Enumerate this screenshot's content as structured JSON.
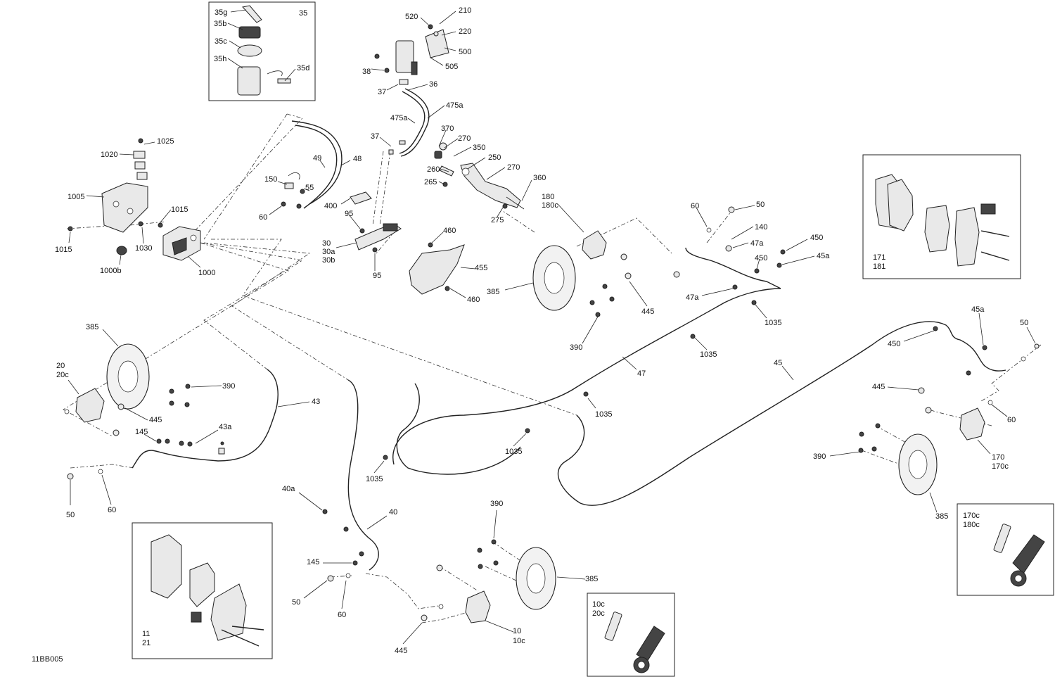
{
  "diagram": {
    "code": "11BB005",
    "labels": [
      {
        "id": "l35g",
        "text": "35g"
      },
      {
        "id": "l35",
        "text": "35"
      },
      {
        "id": "l35b",
        "text": "35b"
      },
      {
        "id": "l35c",
        "text": "35c"
      },
      {
        "id": "l35h",
        "text": "35h"
      },
      {
        "id": "l35d",
        "text": "35d"
      },
      {
        "id": "l520",
        "text": "520"
      },
      {
        "id": "l210",
        "text": "210"
      },
      {
        "id": "l220",
        "text": "220"
      },
      {
        "id": "l500",
        "text": "500"
      },
      {
        "id": "l505",
        "text": "505"
      },
      {
        "id": "l38",
        "text": "38"
      },
      {
        "id": "l37a",
        "text": "37"
      },
      {
        "id": "l36",
        "text": "36"
      },
      {
        "id": "l475a1",
        "text": "475a"
      },
      {
        "id": "l475a2",
        "text": "475a"
      },
      {
        "id": "l37b",
        "text": "37"
      },
      {
        "id": "l370",
        "text": "370"
      },
      {
        "id": "l270a",
        "text": "270"
      },
      {
        "id": "l350",
        "text": "350"
      },
      {
        "id": "l250",
        "text": "250"
      },
      {
        "id": "l260",
        "text": "260"
      },
      {
        "id": "l270b",
        "text": "270"
      },
      {
        "id": "l265",
        "text": "265"
      },
      {
        "id": "l360",
        "text": "360"
      },
      {
        "id": "l275",
        "text": "275"
      },
      {
        "id": "l1025",
        "text": "1025"
      },
      {
        "id": "l1020",
        "text": "1020"
      },
      {
        "id": "l1005",
        "text": "1005"
      },
      {
        "id": "l1015a",
        "text": "1015"
      },
      {
        "id": "l1015b",
        "text": "1015"
      },
      {
        "id": "l1030",
        "text": "1030"
      },
      {
        "id": "l1000b",
        "text": "1000b"
      },
      {
        "id": "l1000",
        "text": "1000"
      },
      {
        "id": "l49",
        "text": "49"
      },
      {
        "id": "l48",
        "text": "48"
      },
      {
        "id": "l150",
        "text": "150"
      },
      {
        "id": "l55",
        "text": "55"
      },
      {
        "id": "l400",
        "text": "400"
      },
      {
        "id": "l60a",
        "text": "60"
      },
      {
        "id": "l95a",
        "text": "95"
      },
      {
        "id": "l30",
        "text": "30"
      },
      {
        "id": "l30a",
        "text": "30a"
      },
      {
        "id": "l30b",
        "text": "30b"
      },
      {
        "id": "l95b",
        "text": "95"
      },
      {
        "id": "l460a",
        "text": "460"
      },
      {
        "id": "l455",
        "text": "455"
      },
      {
        "id": "l460b",
        "text": "460"
      },
      {
        "id": "l180",
        "text": "180"
      },
      {
        "id": "l180c",
        "text": "180c"
      },
      {
        "id": "l385a",
        "text": "385"
      },
      {
        "id": "l445a",
        "text": "445"
      },
      {
        "id": "l390a",
        "text": "390"
      },
      {
        "id": "l60b",
        "text": "60"
      },
      {
        "id": "l50a",
        "text": "50"
      },
      {
        "id": "l140",
        "text": "140"
      },
      {
        "id": "l47a1",
        "text": "47a"
      },
      {
        "id": "l450a",
        "text": "450"
      },
      {
        "id": "l450b",
        "text": "450"
      },
      {
        "id": "l45a1",
        "text": "45a"
      },
      {
        "id": "l47a2",
        "text": "47a"
      },
      {
        "id": "l1035a",
        "text": "1035"
      },
      {
        "id": "l1035b",
        "text": "1035"
      },
      {
        "id": "l47",
        "text": "47"
      },
      {
        "id": "l171",
        "text": "171"
      },
      {
        "id": "l181",
        "text": "181"
      },
      {
        "id": "l45a2",
        "text": "45a"
      },
      {
        "id": "l50b",
        "text": "50"
      },
      {
        "id": "l450c",
        "text": "450"
      },
      {
        "id": "l45",
        "text": "45"
      },
      {
        "id": "l445b",
        "text": "445"
      },
      {
        "id": "l60c",
        "text": "60"
      },
      {
        "id": "l390b",
        "text": "390"
      },
      {
        "id": "l170",
        "text": "170"
      },
      {
        "id": "l170c",
        "text": "170c"
      },
      {
        "id": "l385b",
        "text": "385"
      },
      {
        "id": "l170c2",
        "text": "170c"
      },
      {
        "id": "l180c2",
        "text": "180c"
      },
      {
        "id": "l385c",
        "text": "385"
      },
      {
        "id": "l20",
        "text": "20"
      },
      {
        "id": "l20c",
        "text": "20c"
      },
      {
        "id": "l390c",
        "text": "390"
      },
      {
        "id": "l445c",
        "text": "445"
      },
      {
        "id": "l43",
        "text": "43"
      },
      {
        "id": "l145a",
        "text": "145"
      },
      {
        "id": "l43a",
        "text": "43a"
      },
      {
        "id": "l50c",
        "text": "50"
      },
      {
        "id": "l60d",
        "text": "60"
      },
      {
        "id": "l1035c",
        "text": "1035"
      },
      {
        "id": "l1035d",
        "text": "1035"
      },
      {
        "id": "l1035e",
        "text": "1035"
      },
      {
        "id": "l40a",
        "text": "40a"
      },
      {
        "id": "l40",
        "text": "40"
      },
      {
        "id": "l145b",
        "text": "145"
      },
      {
        "id": "l50d",
        "text": "50"
      },
      {
        "id": "l60e",
        "text": "60"
      },
      {
        "id": "l390d",
        "text": "390"
      },
      {
        "id": "l385d",
        "text": "385"
      },
      {
        "id": "l445d",
        "text": "445"
      },
      {
        "id": "l10",
        "text": "10"
      },
      {
        "id": "l10c",
        "text": "10c"
      },
      {
        "id": "l11",
        "text": "11"
      },
      {
        "id": "l21",
        "text": "21"
      },
      {
        "id": "l10c2",
        "text": "10c"
      },
      {
        "id": "l20c2",
        "text": "20c"
      }
    ]
  }
}
